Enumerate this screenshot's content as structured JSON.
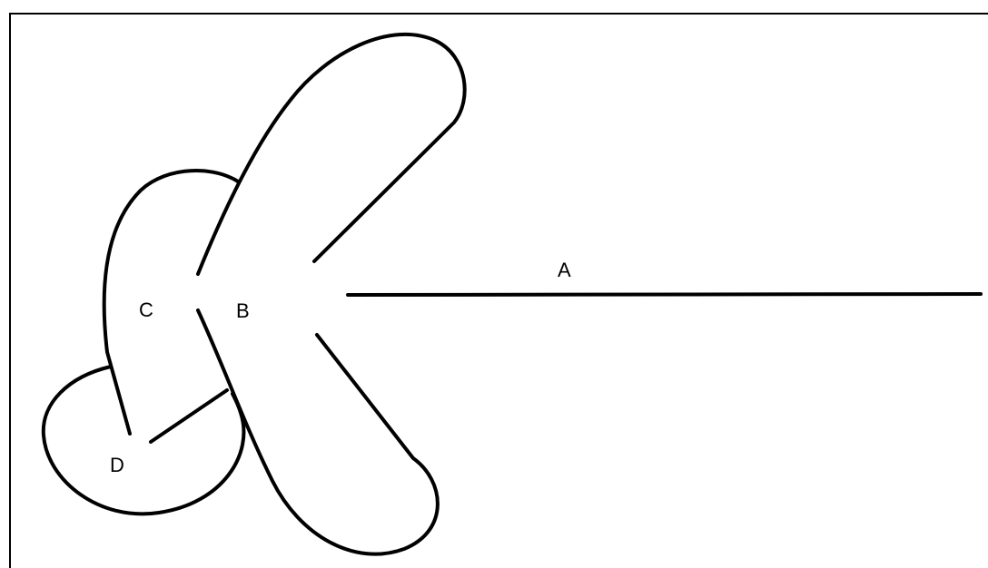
{
  "diagram": {
    "labels": {
      "a": "A",
      "b": "B",
      "c": "C",
      "d": "D"
    },
    "colors": {
      "stroke": "#000000",
      "background": "#ffffff"
    }
  }
}
